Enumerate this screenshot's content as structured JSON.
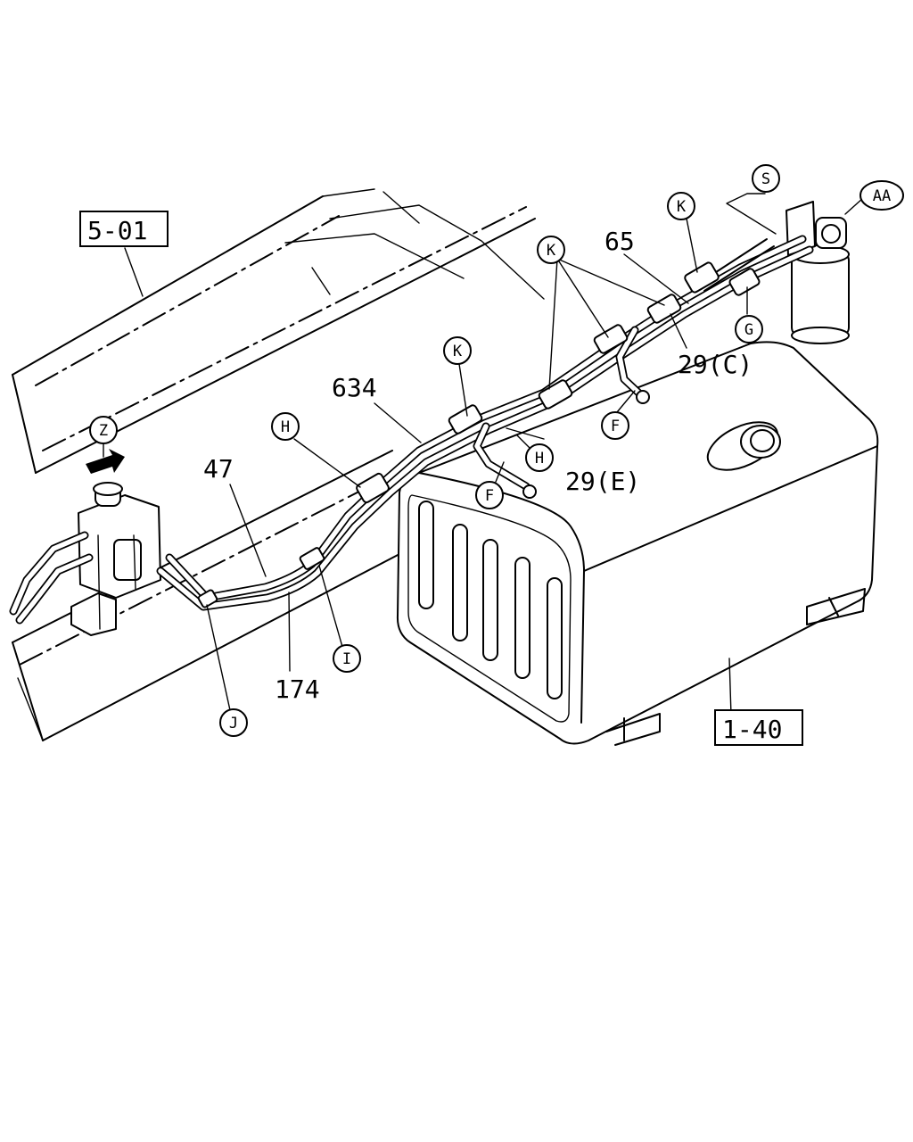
{
  "labels": {
    "ref_5_01": "5-01",
    "ref_1_40": "1-40",
    "part_65": "65",
    "part_634": "634",
    "part_47": "47",
    "part_174": "174",
    "part_29c": "29(C)",
    "part_29e": "29(E)"
  },
  "callouts": {
    "s": "S",
    "aa": "AA",
    "k_top": "K",
    "k_multi": "K",
    "k_mid": "K",
    "g": "G",
    "f_right": "F",
    "h_top": "H",
    "h_right": "H",
    "f_left": "F",
    "z": "Z",
    "i": "I",
    "j": "J"
  }
}
